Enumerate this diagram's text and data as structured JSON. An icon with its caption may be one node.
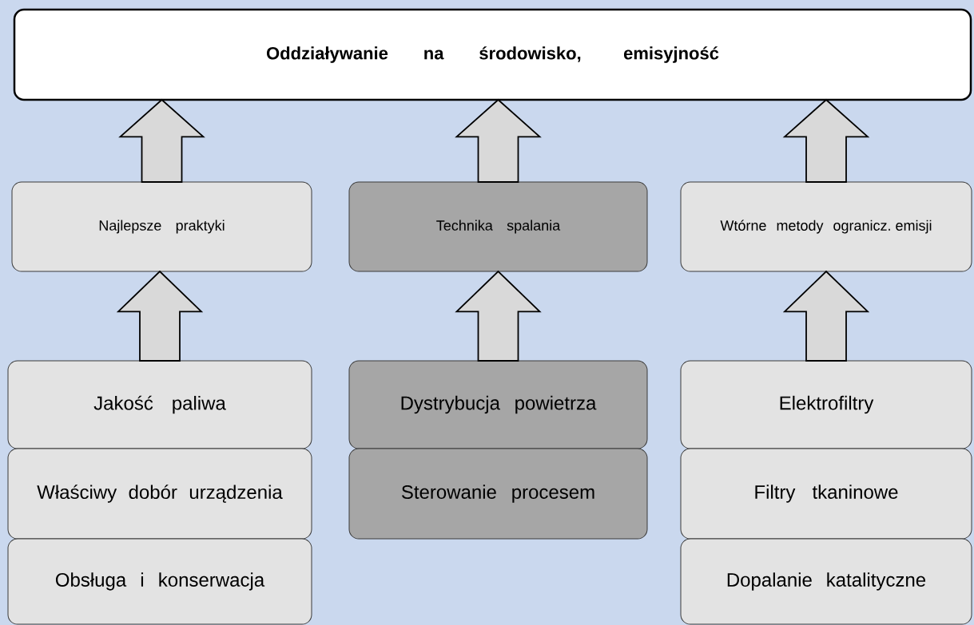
{
  "diagram": {
    "nodes": [
      {
        "text": [
          "Oddziaływanie na środowisko, emisyjność"
        ]
      },
      {
        "text": [
          "Najlepsze praktyki"
        ]
      },
      {
        "text": [
          "Technika spalania"
        ]
      },
      {
        "text": [
          "Wtórne metody ogranicz. emisji"
        ]
      },
      {
        "text": [
          "Jakość paliwa"
        ]
      },
      {
        "text": [
          "Właściwy dobór urządzenia"
        ]
      },
      {
        "text": [
          "Obsługa i konserwacja"
        ]
      },
      {
        "text": [
          "Dystrybucja powietrza"
        ]
      },
      {
        "text": [
          "Sterowanie procesem"
        ]
      },
      {
        "text": [
          "Elektrofiltry"
        ]
      },
      {
        "text": [
          "Filtry tkaninowe"
        ]
      },
      {
        "text": [
          "Dopalanie katalityczne"
        ]
      }
    ],
    "edges": [
      {
        "from": 1,
        "to": 0,
        "arrow": "to"
      },
      {
        "from": 2,
        "to": 0,
        "arrow": "to"
      },
      {
        "from": 3,
        "to": 0,
        "arrow": "to"
      },
      {
        "from": 4,
        "to": 1,
        "arrow": "to"
      },
      {
        "from": 7,
        "to": 2,
        "arrow": "to"
      },
      {
        "from": 9,
        "to": 3,
        "arrow": "to"
      }
    ]
  }
}
